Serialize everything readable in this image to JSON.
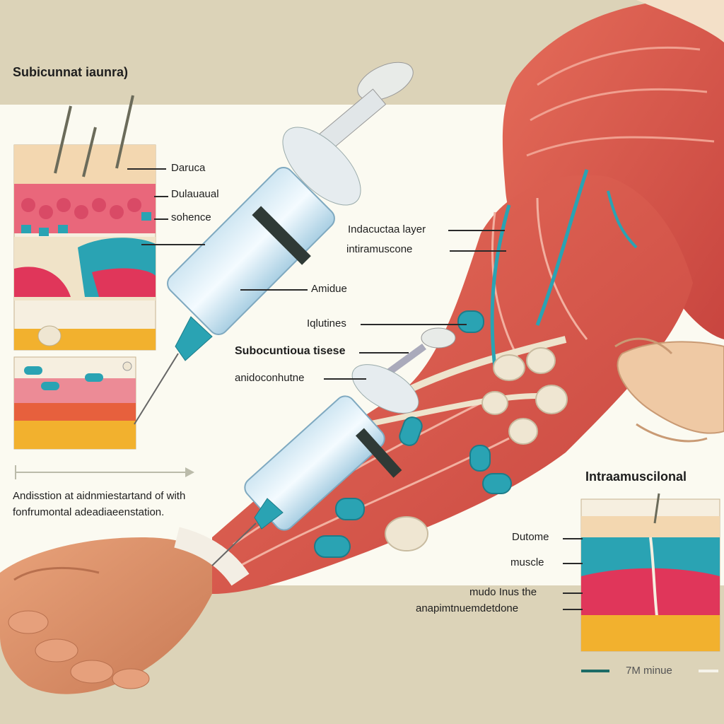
{
  "header": {
    "title": "Subicunnat iaunra)"
  },
  "left_inset": {
    "labels": [
      "Daruca",
      "Dulauaual",
      "sohence"
    ]
  },
  "syringe_labels": [
    "Amidue",
    "Iqlutines"
  ],
  "center_labels": {
    "subcut_title": "Subocuntioua tisese",
    "subcut_sub": "anidoconhutne"
  },
  "arm_labels": {
    "layer": "Indacuctaa layer",
    "intramuscular": "intiramuscone"
  },
  "caption": {
    "line1": "Andisstion at aidnmiestartand of with",
    "line2": "fonfrumontal adeadiaeenstation."
  },
  "right_inset": {
    "title": "Intraamuscilonal",
    "labels": [
      "Dutome",
      "muscle",
      "mudo Inus the",
      "anapimtnuemdetdone"
    ]
  },
  "footer_legend": {
    "label": "7M minue"
  },
  "colors": {
    "background": "#dcd3b8",
    "panel": "#fbfaf1",
    "muscle": "#d8564a",
    "teal": "#2aa3b3",
    "fat": "#f2b12e",
    "skin": "#efc9a4"
  }
}
